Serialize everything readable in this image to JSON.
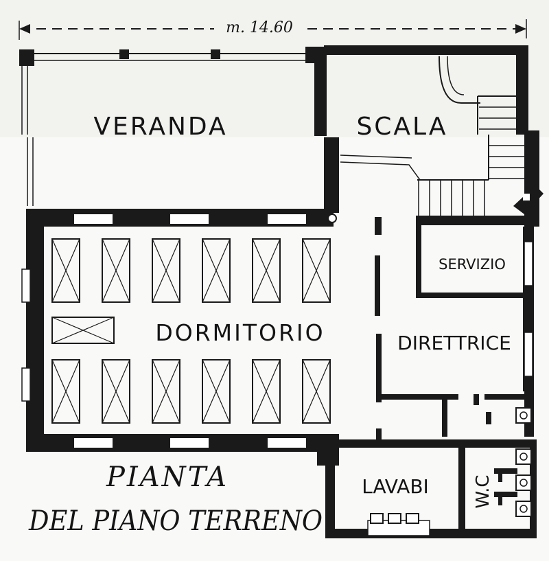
{
  "dimension": {
    "label": "m. 14.60"
  },
  "rooms": {
    "veranda": "VERANDA",
    "scala": "SCALA",
    "dormitorio": "DORMITORIO",
    "servizio": "SERVIZIO",
    "direttrice": "DIRETTRICE",
    "lavabi": "LAVABI",
    "wc": "W.C"
  },
  "title": {
    "line1": "PIANTA",
    "line2": "DEL PIANO TERRENO"
  },
  "beds": {
    "rows": 2,
    "per_row": 6,
    "extra": 1
  }
}
